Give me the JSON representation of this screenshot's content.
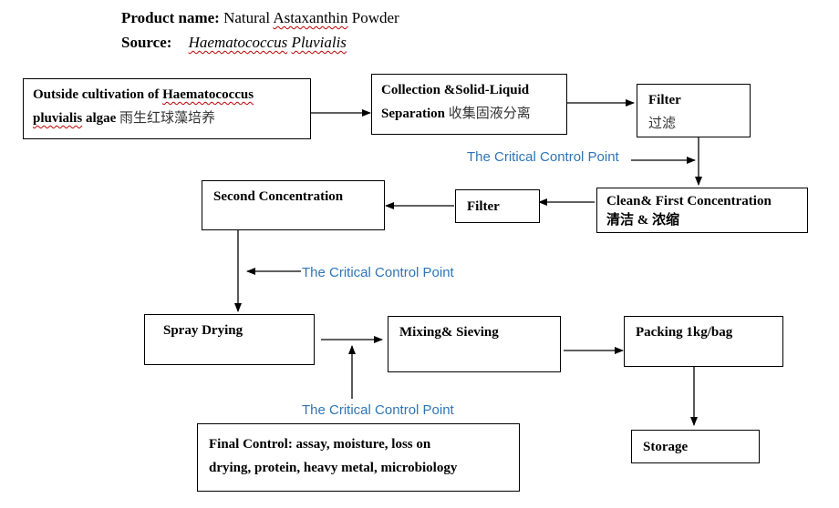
{
  "header": {
    "product_label": "Product name:",
    "product_value_a": "Natural",
    "product_value_b": "Astaxanthin",
    "product_value_c": "Powder",
    "source_label": "Source:",
    "source_value_a": "Haematococcus",
    "source_value_b": "Pluvialis"
  },
  "nodes": {
    "cultivation": {
      "line1_a": "Outside cultivation of",
      "line1_b": "Haematococcus",
      "line2_a": "pluvialis",
      "line2_b": "algae",
      "zh": "雨生红球藻培养"
    },
    "collection": {
      "line1": "Collection &Solid-Liquid",
      "line2": "Separation",
      "zh": "收集固液分离"
    },
    "filter1": {
      "label": "Filter",
      "zh": "过滤"
    },
    "clean": {
      "line1": "Clean& First Concentration",
      "zh": "清洁 & 浓缩"
    },
    "filter2": {
      "label": "Filter"
    },
    "second": {
      "label": "Second Concentration"
    },
    "spray": {
      "label": "Spray Drying"
    },
    "mixing": {
      "label": "Mixing& Sieving"
    },
    "packing": {
      "label": "Packing 1kg/bag"
    },
    "storage": {
      "label": "Storage"
    },
    "final": {
      "line1": "Final Control: assay, moisture, loss on",
      "line2": "drying, protein, heavy metal, microbiology"
    }
  },
  "ccp": {
    "a": "The Critical Control Point",
    "b": "The Critical Control Point",
    "c": "The Critical Control Point"
  },
  "colors": {
    "ccp_text": "#2e75b6",
    "spell_underline": "#c00000"
  }
}
